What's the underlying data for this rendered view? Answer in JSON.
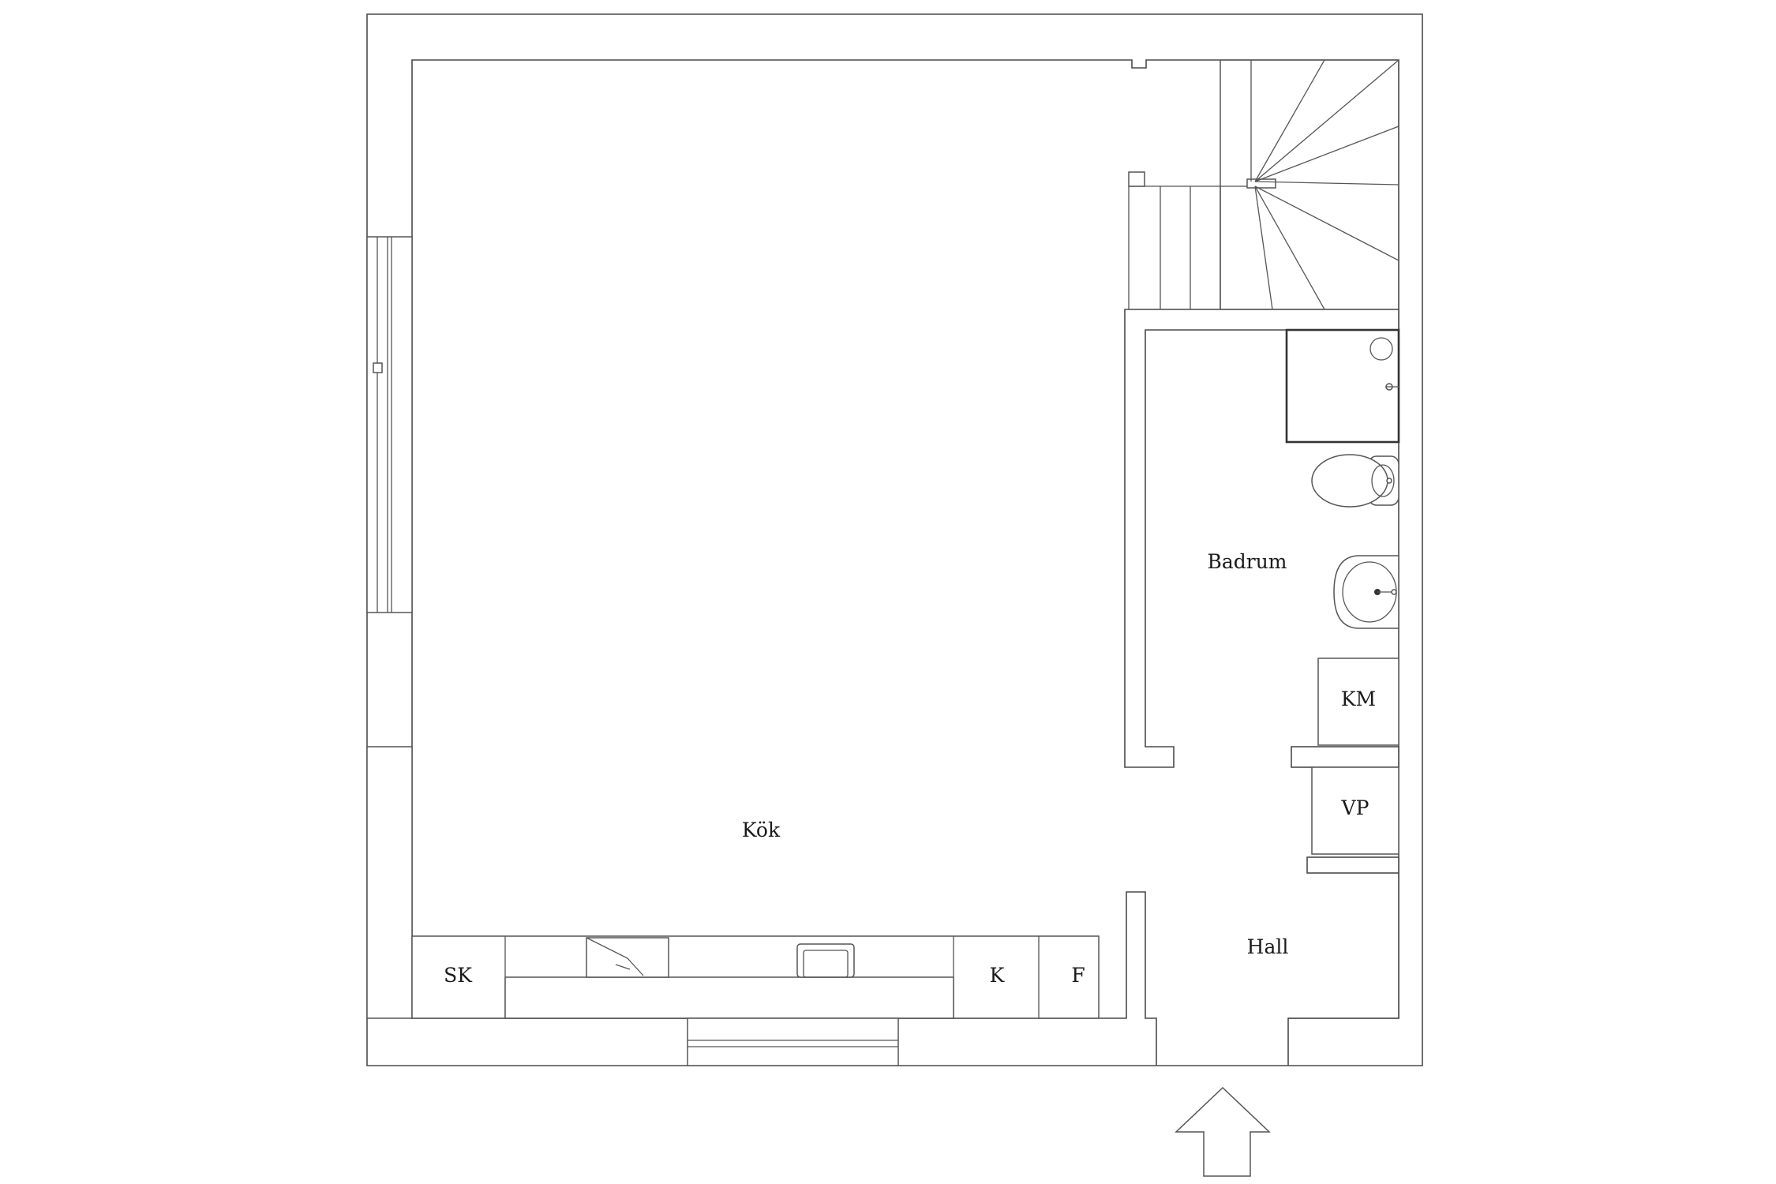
{
  "floor_plan": {
    "rooms": {
      "kitchen": "Kök",
      "bathroom": "Badrum",
      "hall": "Hall"
    },
    "units": {
      "sk": "SK",
      "k": "K",
      "f": "F",
      "km": "KM",
      "vp": "VP"
    },
    "colors": {
      "line": "#4a4a4a",
      "background": "#ffffff"
    },
    "icons": [
      "entrance-arrow-icon",
      "toilet-icon",
      "sink-icon",
      "shower-icon",
      "stove-icon",
      "staircase-icon"
    ]
  }
}
